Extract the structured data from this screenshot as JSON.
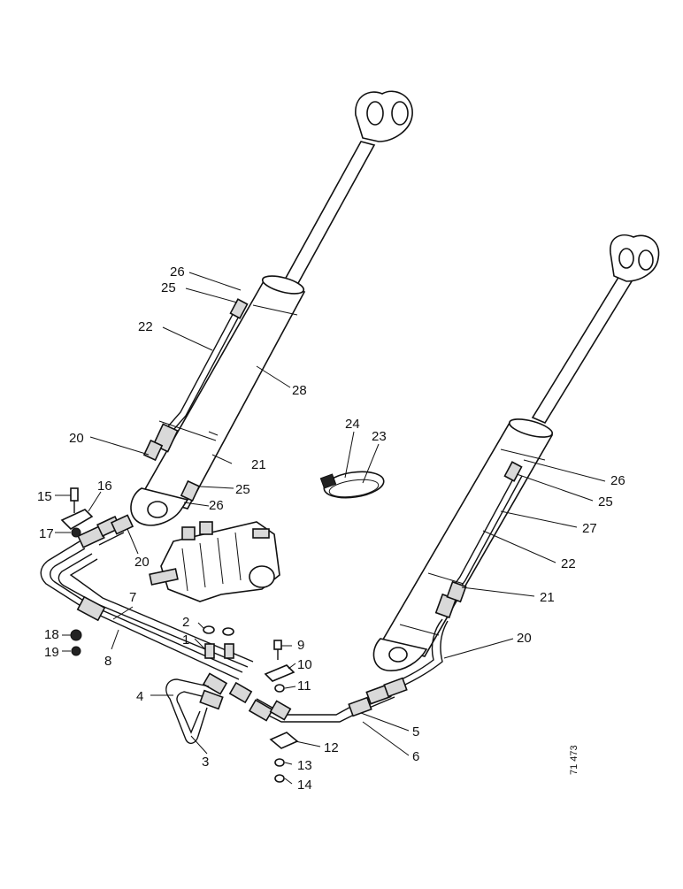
{
  "reference_code": "71 473",
  "callouts": {
    "c1": "1",
    "c2": "2",
    "c3": "3",
    "c4": "4",
    "c5": "5",
    "c6": "6",
    "c7": "7",
    "c8": "8",
    "c9": "9",
    "c10": "10",
    "c11": "11",
    "c12": "12",
    "c13": "13",
    "c14": "14",
    "c15": "15",
    "c16": "16",
    "c17": "17",
    "c18": "18",
    "c19": "19",
    "c20a": "20",
    "c20b": "20",
    "c20c": "20",
    "c21a": "21",
    "c21b": "21",
    "c22a": "22",
    "c22b": "22",
    "c23": "23",
    "c24": "24",
    "c25a": "25",
    "c25b": "25",
    "c25c": "25",
    "c26a": "26",
    "c26b": "26",
    "c26c": "26",
    "c27": "27",
    "c28": "28"
  }
}
